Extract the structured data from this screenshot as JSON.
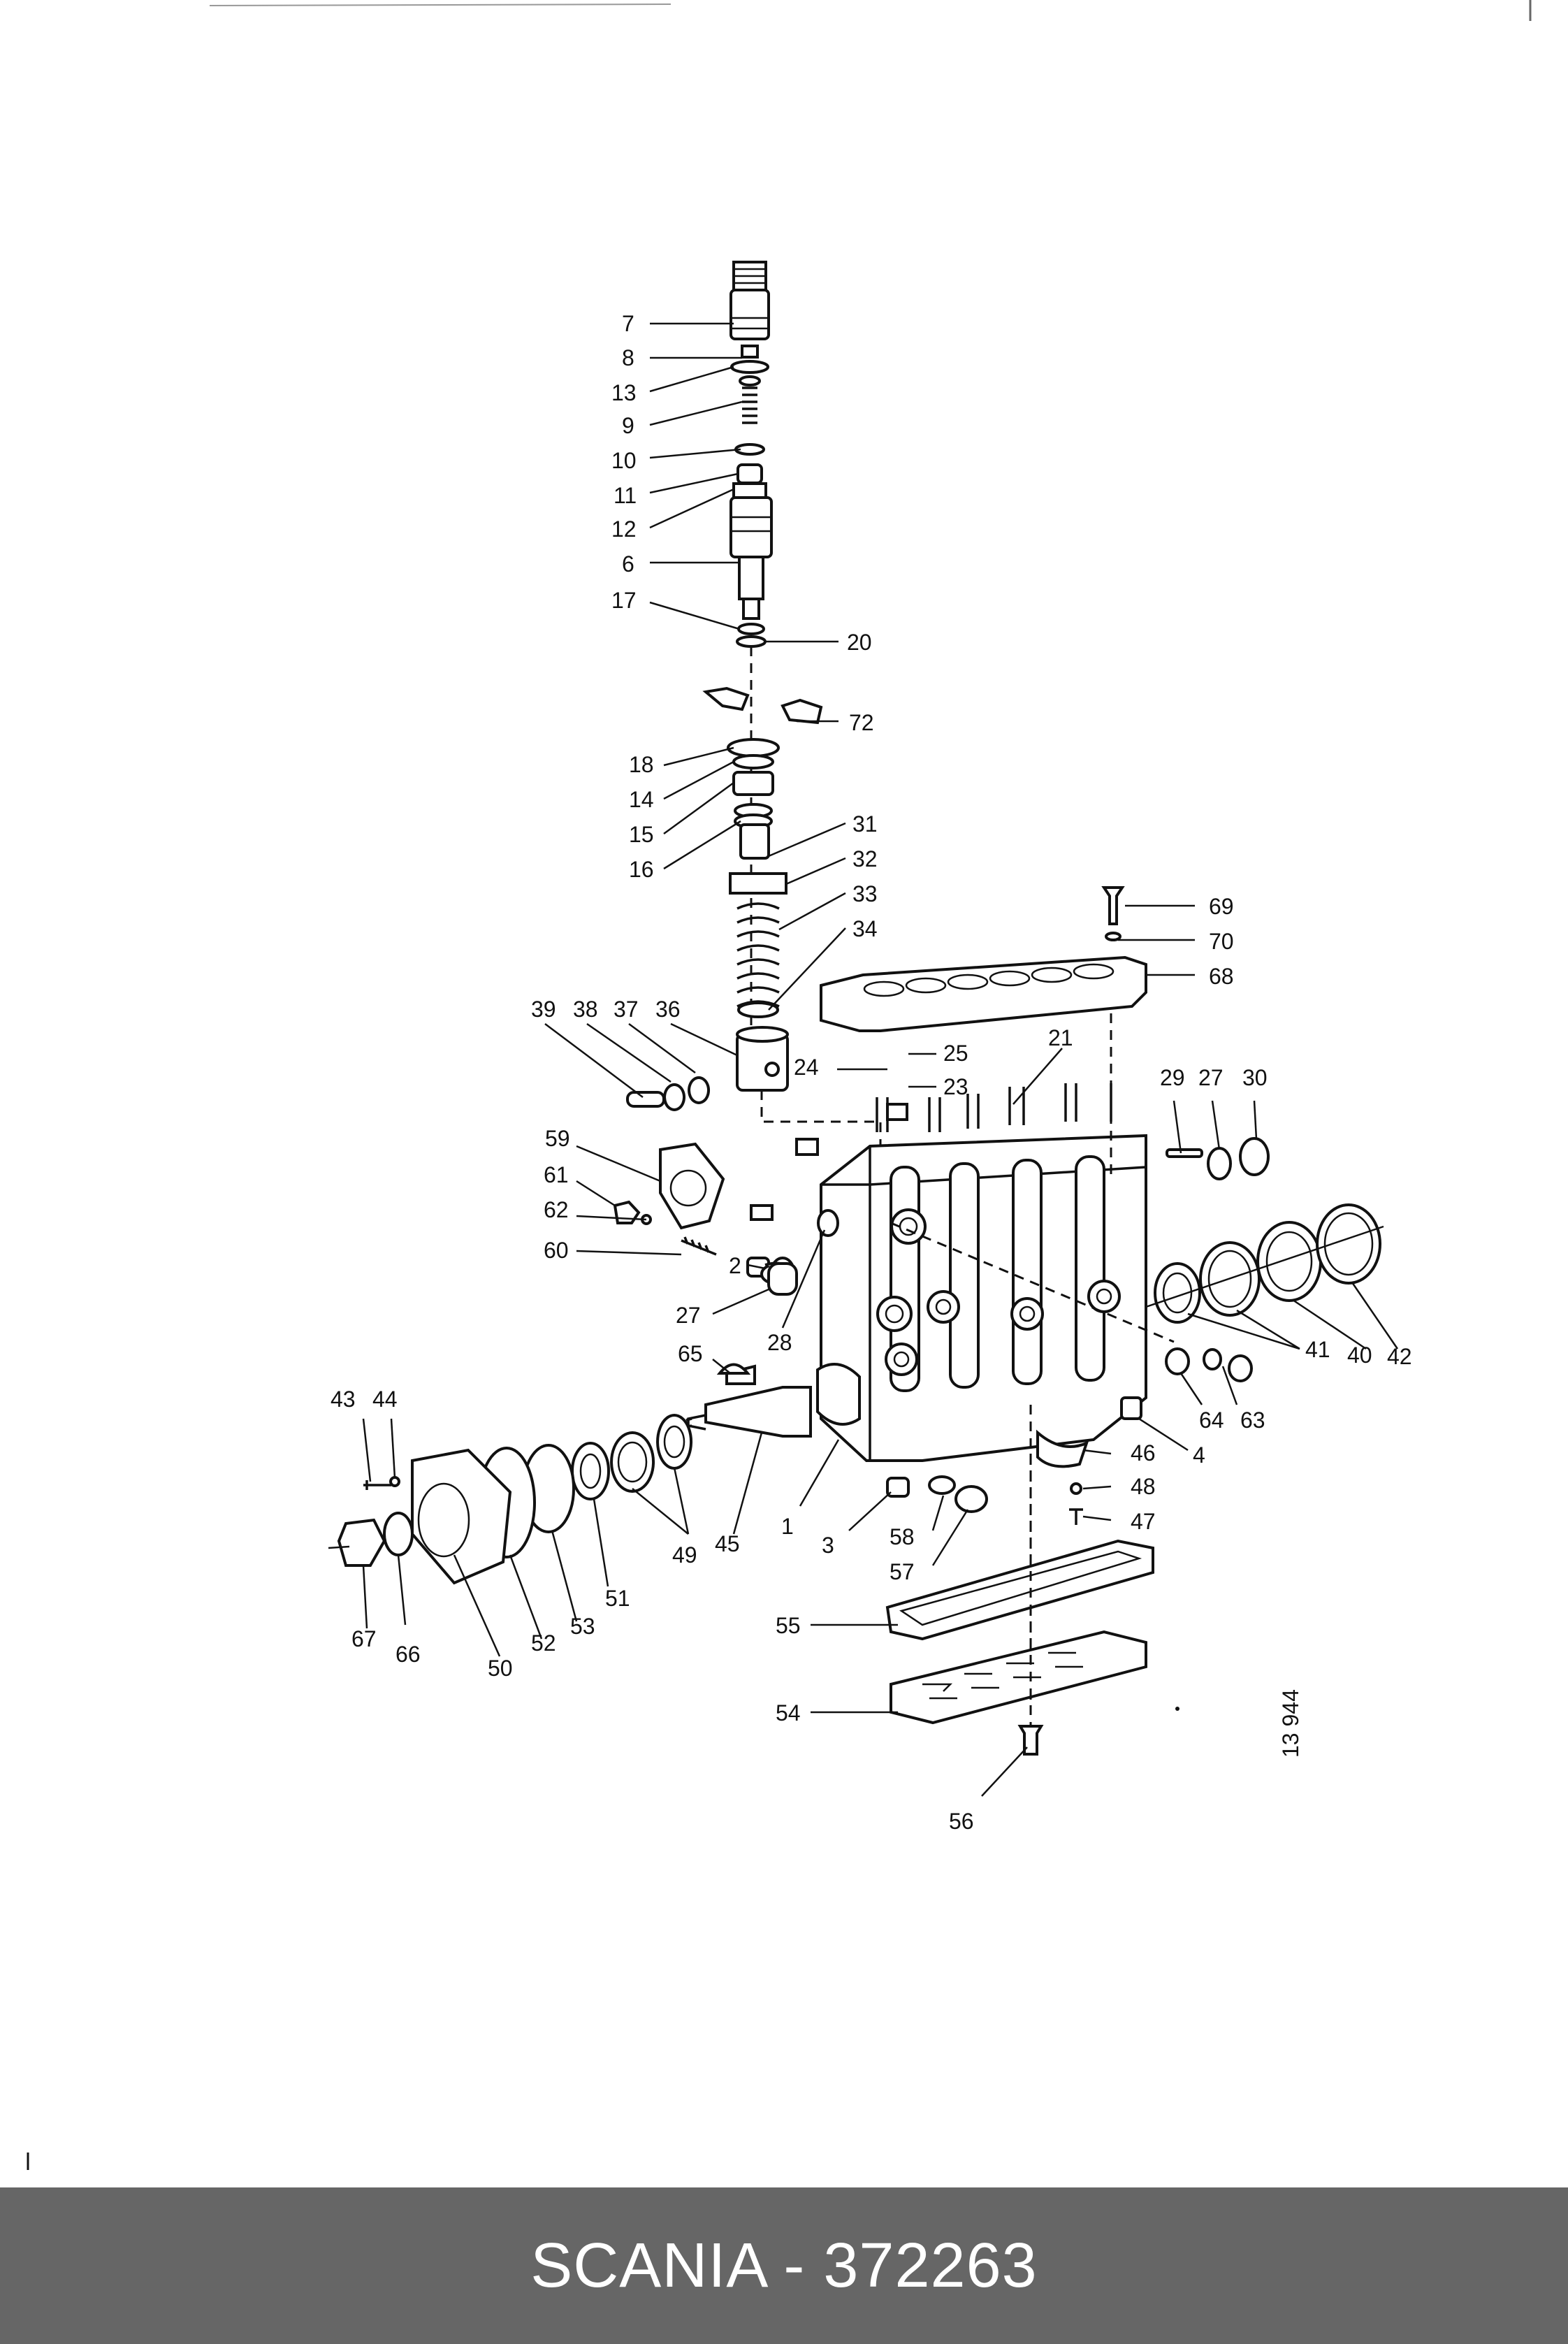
{
  "diagram": {
    "drawing_number": "13 944",
    "labels": [
      {
        "id": "7",
        "text": "7"
      },
      {
        "id": "8",
        "text": "8"
      },
      {
        "id": "13",
        "text": "13"
      },
      {
        "id": "9",
        "text": "9"
      },
      {
        "id": "10",
        "text": "10"
      },
      {
        "id": "11",
        "text": "11"
      },
      {
        "id": "12",
        "text": "12"
      },
      {
        "id": "6",
        "text": "6"
      },
      {
        "id": "17",
        "text": "17"
      },
      {
        "id": "20",
        "text": "20"
      },
      {
        "id": "72",
        "text": "72"
      },
      {
        "id": "18",
        "text": "18"
      },
      {
        "id": "14",
        "text": "14"
      },
      {
        "id": "15",
        "text": "15"
      },
      {
        "id": "16",
        "text": "16"
      },
      {
        "id": "31",
        "text": "31"
      },
      {
        "id": "32",
        "text": "32"
      },
      {
        "id": "33",
        "text": "33"
      },
      {
        "id": "34",
        "text": "34"
      },
      {
        "id": "39",
        "text": "39"
      },
      {
        "id": "38",
        "text": "38"
      },
      {
        "id": "37",
        "text": "37"
      },
      {
        "id": "36",
        "text": "36"
      },
      {
        "id": "25",
        "text": "25"
      },
      {
        "id": "24",
        "text": "24"
      },
      {
        "id": "23",
        "text": "23"
      },
      {
        "id": "21",
        "text": "21"
      },
      {
        "id": "69",
        "text": "69"
      },
      {
        "id": "70",
        "text": "70"
      },
      {
        "id": "68",
        "text": "68"
      },
      {
        "id": "29",
        "text": "29"
      },
      {
        "id": "27a",
        "text": "27"
      },
      {
        "id": "30",
        "text": "30"
      },
      {
        "id": "59",
        "text": "59"
      },
      {
        "id": "61",
        "text": "61"
      },
      {
        "id": "62",
        "text": "62"
      },
      {
        "id": "60",
        "text": "60"
      },
      {
        "id": "2",
        "text": "2"
      },
      {
        "id": "27b",
        "text": "27"
      },
      {
        "id": "28",
        "text": "28"
      },
      {
        "id": "65",
        "text": "65"
      },
      {
        "id": "41",
        "text": "41"
      },
      {
        "id": "40",
        "text": "40"
      },
      {
        "id": "42",
        "text": "42"
      },
      {
        "id": "64",
        "text": "64"
      },
      {
        "id": "63",
        "text": "63"
      },
      {
        "id": "4",
        "text": "4"
      },
      {
        "id": "46",
        "text": "46"
      },
      {
        "id": "48",
        "text": "48"
      },
      {
        "id": "47",
        "text": "47"
      },
      {
        "id": "43",
        "text": "43"
      },
      {
        "id": "44",
        "text": "44"
      },
      {
        "id": "49",
        "text": "49"
      },
      {
        "id": "45",
        "text": "45"
      },
      {
        "id": "1",
        "text": "1"
      },
      {
        "id": "3",
        "text": "3"
      },
      {
        "id": "58",
        "text": "58"
      },
      {
        "id": "57",
        "text": "57"
      },
      {
        "id": "51",
        "text": "51"
      },
      {
        "id": "53",
        "text": "53"
      },
      {
        "id": "52",
        "text": "52"
      },
      {
        "id": "50",
        "text": "50"
      },
      {
        "id": "66",
        "text": "66"
      },
      {
        "id": "67",
        "text": "67"
      },
      {
        "id": "55",
        "text": "55"
      },
      {
        "id": "54",
        "text": "54"
      },
      {
        "id": "56",
        "text": "56"
      }
    ]
  },
  "footer": {
    "text": "SCANIA - 372263",
    "background": "#666666",
    "color": "#ffffff"
  }
}
